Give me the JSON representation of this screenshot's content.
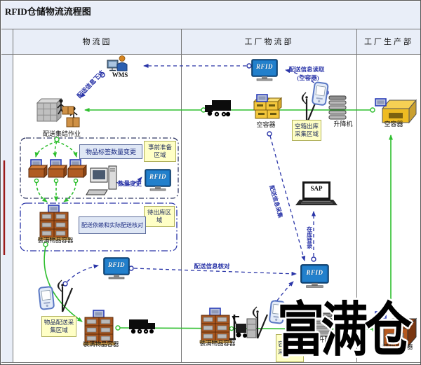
{
  "title": "RFID仓储物流流程图",
  "lanes": {
    "logistics_park": "物流园",
    "factory_logistics": "工厂物流部",
    "factory_production": "工厂生产部"
  },
  "systems": {
    "wms": "WMS",
    "sap": "SAP",
    "rfid": "RFID"
  },
  "nodes": {
    "assembly": "配送集结作业",
    "empty_container": "空容器",
    "full_container": "装满物品容器",
    "lift": "升降机"
  },
  "areas": {
    "empty_box_outbound": "空箱出库采集区域",
    "preparation": "事前准备区域",
    "wait_outbound": "待出库区域",
    "item_delivery": "物品配送采集区域",
    "container_inbound": "容器入库采集区域"
  },
  "process": {
    "label_qty_change": "物品标签数量变更",
    "delivery_check": "配送依赖和实际配送核对"
  },
  "flows": {
    "info_issue": "配送信息下达",
    "info_read": "配送信息读取",
    "info_read_sub": "(空容器)",
    "qty_change": "数量变更",
    "info_check": "配送信息核对",
    "info_collect": "配送信息采集",
    "stock_register": "在库登录"
  },
  "watermark": "富满仓",
  "colors": {
    "flow_green": "#2fbf2f",
    "flow_blue": "#2a35a8",
    "screen_blue": "#1a6db6",
    "area_yellow": "#ffffc6",
    "process_blue": "#dfe7f5",
    "header_bg": "#e9eef8",
    "red_marker": "#9b1b1b"
  }
}
